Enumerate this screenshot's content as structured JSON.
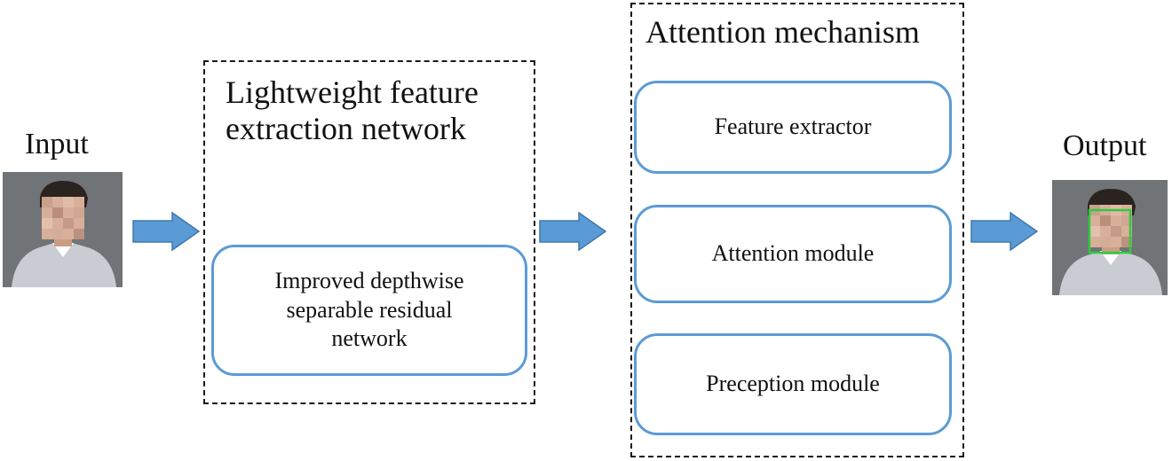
{
  "input_label": "Input",
  "output_label": "Output",
  "feature_group": {
    "title": "Lightweight feature\nextraction network",
    "module": "Improved depthwise\nseparable residual\nnetwork"
  },
  "attention_group": {
    "title": "Attention mechanism",
    "modules": [
      "Feature extractor",
      "Attention module",
      "Preception module"
    ]
  },
  "colors": {
    "arrow": "#5b9bd5",
    "box_border": "#5b9bd5",
    "detection_box": "#2ecc40"
  }
}
